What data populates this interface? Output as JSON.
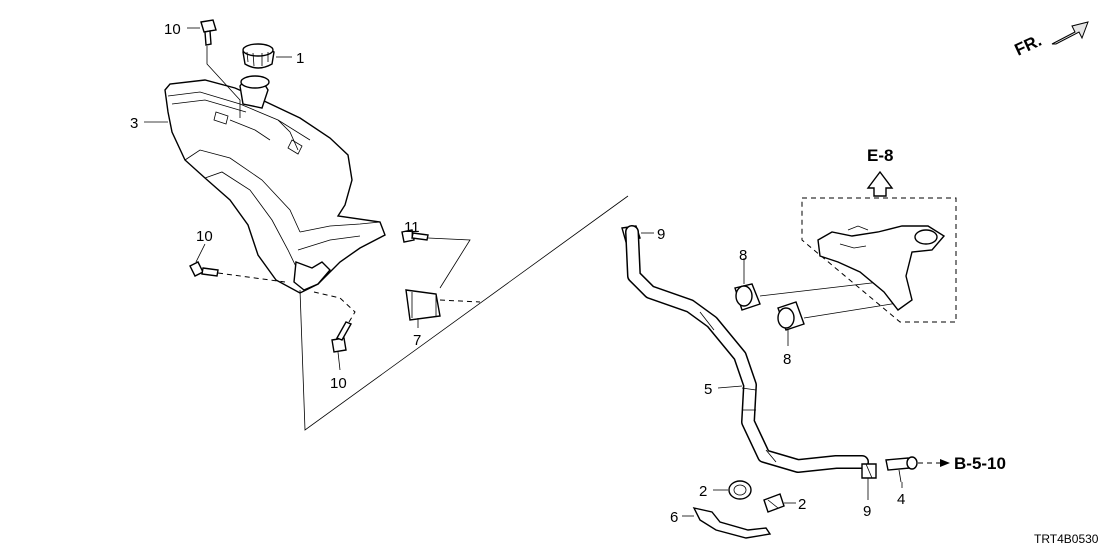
{
  "callouts": {
    "p1": "1",
    "p2a": "2",
    "p2b": "2",
    "p3": "3",
    "p4": "4",
    "p5": "5",
    "p6": "6",
    "p7": "7",
    "p8a": "8",
    "p8b": "8",
    "p9a": "9",
    "p9b": "9",
    "p10a": "10",
    "p10b": "10",
    "p10c": "10",
    "p11": "11"
  },
  "refs": {
    "e8": "E-8",
    "b510": "B-5-10"
  },
  "direction": "FR.",
  "diagram_code": "TRT4B0530"
}
